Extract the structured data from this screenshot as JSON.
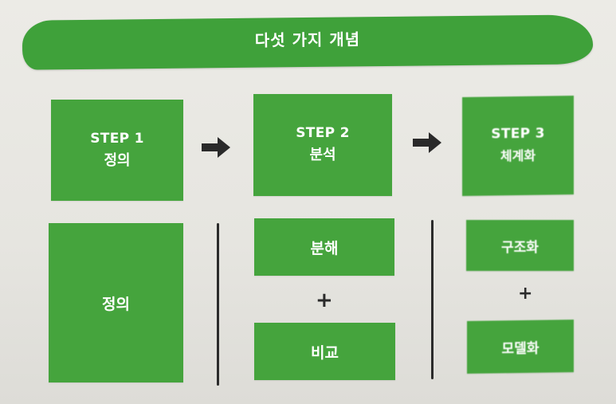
{
  "title": "다섯 가지 개념",
  "steps": [
    {
      "label": "STEP 1",
      "name": "정의"
    },
    {
      "label": "STEP 2",
      "name": "분석"
    },
    {
      "label": "STEP 3",
      "name": "체계화"
    }
  ],
  "details": {
    "col1": [
      "정의"
    ],
    "col2": [
      "분해",
      "비교"
    ],
    "col3": [
      "구조화",
      "모델화"
    ],
    "plus": "+"
  },
  "colors": {
    "green": "#45a43d",
    "banner_green": "#3fa13a",
    "text": "#ffffff",
    "arrow": "#2a2a2a"
  }
}
